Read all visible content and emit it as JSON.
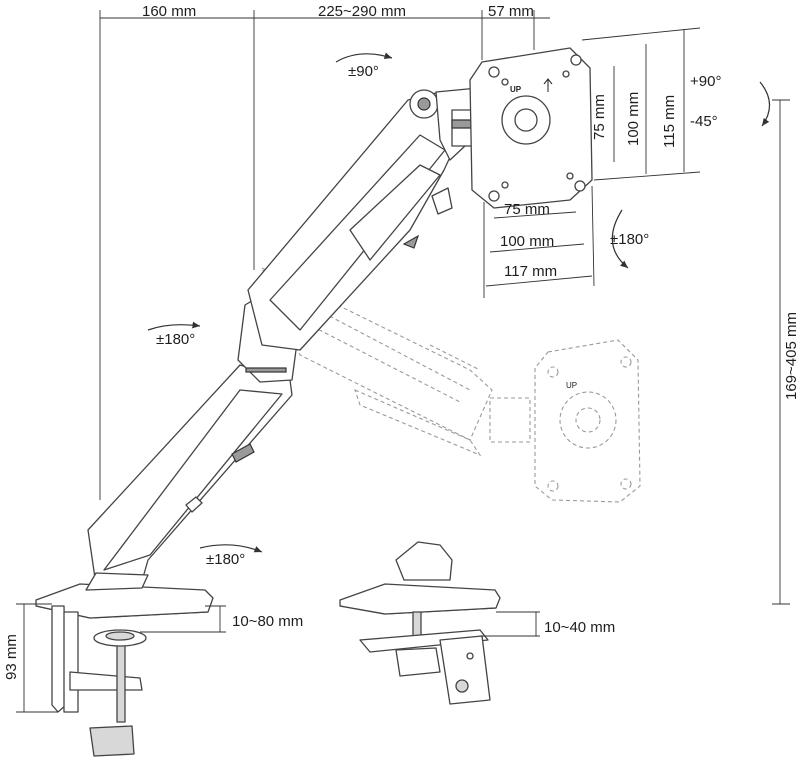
{
  "dimensions": {
    "arm_base_to_column": "160 mm",
    "arm_extension": "225~290 mm",
    "head_depth": "57 mm",
    "vesa_75_h": "75 mm",
    "vesa_100_h": "100 mm",
    "vesa_117_h": "117 mm",
    "vesa_75_v": "75 mm",
    "vesa_100_v": "100 mm",
    "vesa_115_v": "115 mm",
    "height_range": "169~405 mm",
    "clamp_thickness": "10~80 mm",
    "grommet_thickness": "10~40 mm",
    "clamp_height": "93 mm"
  },
  "rotations": {
    "head_swivel": "±90°",
    "tilt_up": "+90°",
    "tilt_down": "-45°",
    "plate_rotation": "±180°",
    "elbow_rotation": "±180°",
    "base_rotation": "±180°"
  },
  "plate_marking": "UP"
}
